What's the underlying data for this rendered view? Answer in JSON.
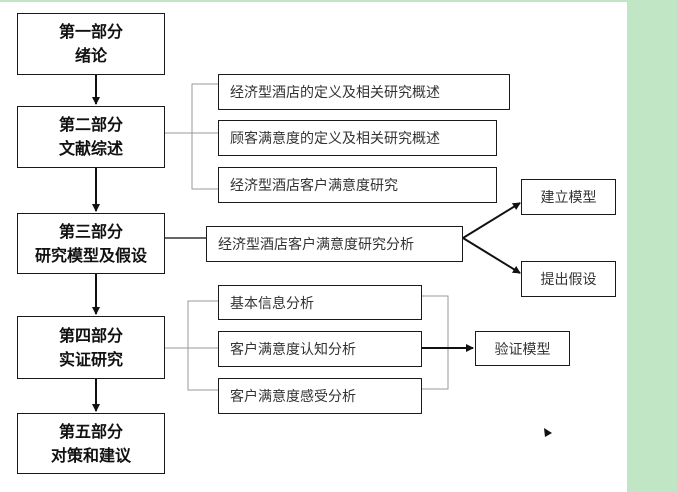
{
  "sections": [
    {
      "title": "第一部分",
      "subtitle": "绪论"
    },
    {
      "title": "第二部分",
      "subtitle": "文献综述"
    },
    {
      "title": "第三部分",
      "subtitle": "研究模型及假设"
    },
    {
      "title": "第四部分",
      "subtitle": "实证研究"
    },
    {
      "title": "第五部分",
      "subtitle": "对策和建议"
    }
  ],
  "literature_review": [
    "经济型酒店的定义及相关研究概述",
    "顾客满意度的定义及相关研究概述",
    "经济型酒店客户满意度研究"
  ],
  "model_analysis": "经济型酒店客户满意度研究分析",
  "model_outputs": [
    "建立模型",
    "提出假设"
  ],
  "empirical": [
    "基本信息分析",
    "客户满意度认知分析",
    "客户满意度感受分析"
  ],
  "empirical_output": "验证模型",
  "colors": {
    "side_strip": "#c0e6c6",
    "line": "#1a1a1a",
    "bracket": "#999999"
  }
}
